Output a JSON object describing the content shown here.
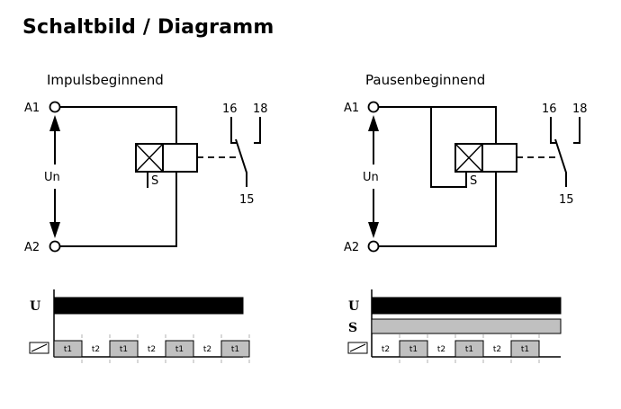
{
  "title": "Schaltbild / Diagramm",
  "colors": {
    "line": "#000000",
    "output_on": "#c0c0c0",
    "supply_bar": "#000000",
    "s_bar": "#c0c0c0",
    "tick": "#b0b0b0"
  },
  "circuits": [
    {
      "subtitle": "Impulsbeginnend",
      "terminal_a1": "A1",
      "terminal_a2": "A2",
      "voltage_label": "Un",
      "s_label": "S",
      "s_connected": false,
      "contacts": {
        "nc": "16",
        "no": "18",
        "common": "15"
      }
    },
    {
      "subtitle": "Pausenbeginnend",
      "terminal_a1": "A1",
      "terminal_a2": "A2",
      "voltage_label": "Un",
      "s_label": "S",
      "s_connected": true,
      "contacts": {
        "nc": "16",
        "no": "18",
        "common": "15"
      }
    }
  ],
  "chart_data": [
    {
      "type": "timing",
      "name": "Impulsbeginnend",
      "rows": [
        {
          "label": "U",
          "signal": "on"
        },
        {
          "label": "relay-contact-icon",
          "signal": "pulses"
        }
      ],
      "segments": [
        {
          "label": "t1",
          "state": "on"
        },
        {
          "label": "t2",
          "state": "off"
        },
        {
          "label": "t1",
          "state": "on"
        },
        {
          "label": "t2",
          "state": "off"
        },
        {
          "label": "t1",
          "state": "on"
        },
        {
          "label": "t2",
          "state": "off"
        },
        {
          "label": "t1",
          "state": "on"
        }
      ]
    },
    {
      "type": "timing",
      "name": "Pausenbeginnend",
      "rows": [
        {
          "label": "U",
          "signal": "on"
        },
        {
          "label": "S",
          "signal": "on"
        },
        {
          "label": "relay-contact-icon",
          "signal": "pulses"
        }
      ],
      "segments": [
        {
          "label": "t2",
          "state": "off"
        },
        {
          "label": "t1",
          "state": "on"
        },
        {
          "label": "t2",
          "state": "off"
        },
        {
          "label": "t1",
          "state": "on"
        },
        {
          "label": "t2",
          "state": "off"
        },
        {
          "label": "t1",
          "state": "on"
        }
      ]
    }
  ]
}
